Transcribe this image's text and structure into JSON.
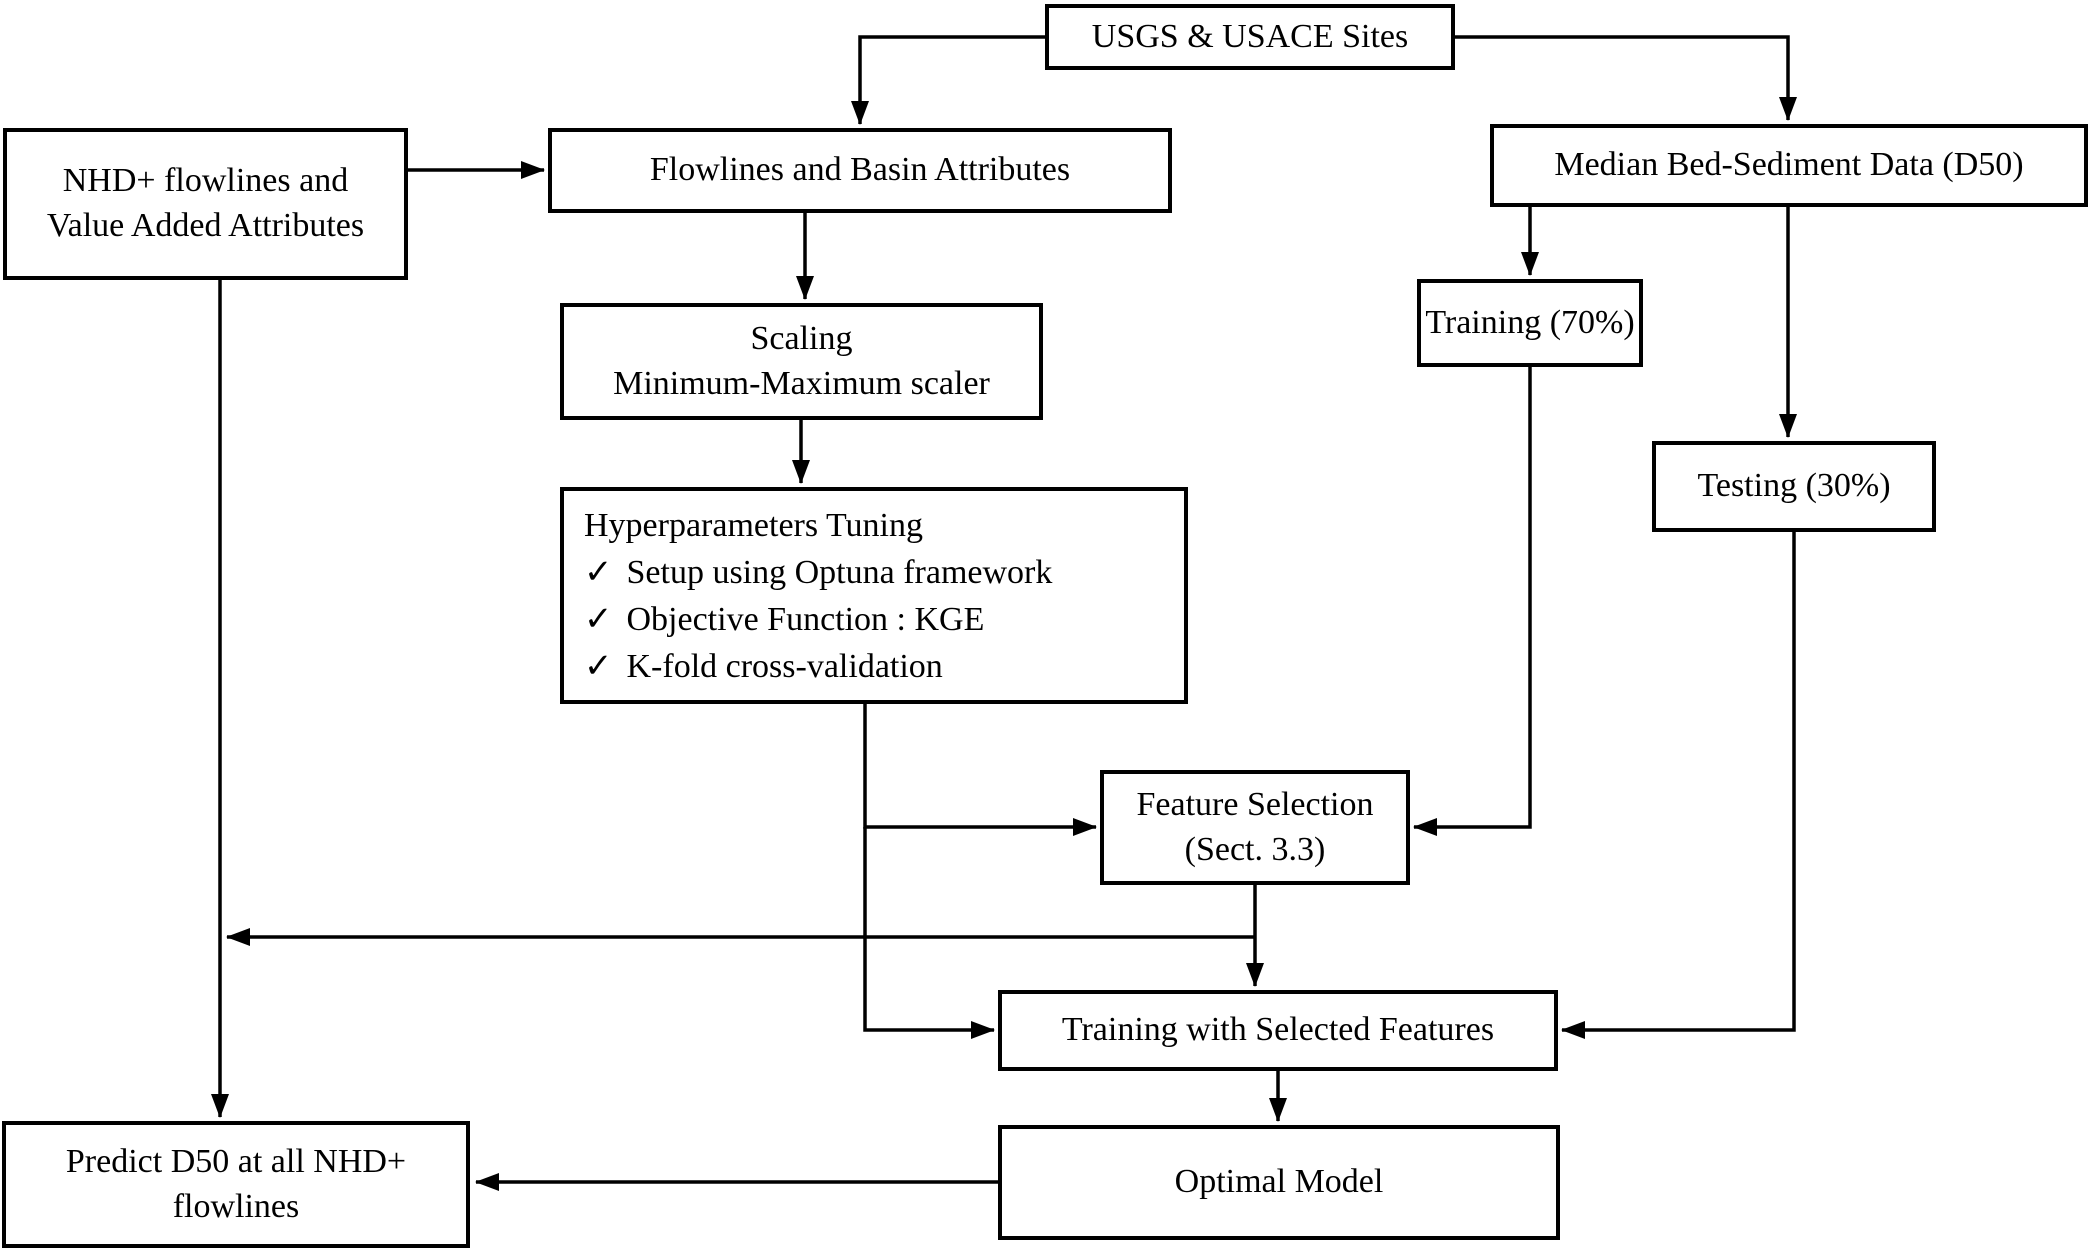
{
  "figure": {
    "background_color": "#ffffff",
    "line_color": "#000000",
    "text_color": "#000000"
  },
  "nodes": {
    "usgs_sites": {
      "label": "USGS & USACE Sites"
    },
    "nhd_flowlines": {
      "label": "NHD+ flowlines and\nValue Added Attributes"
    },
    "flowlines_basin": {
      "label": "Flowlines and Basin Attributes"
    },
    "median_bed_sediment": {
      "label": "Median Bed-Sediment Data (D50)"
    },
    "scaling": {
      "label": "Scaling\nMinimum-Maximum scaler"
    },
    "hyperparameters": {
      "title": "Hyperparameters Tuning",
      "check_glyph": "✓",
      "items": [
        "Setup using Optuna framework",
        "Objective Function : KGE",
        "K-fold cross-validation"
      ]
    },
    "training_split": {
      "label": "Training (70%)"
    },
    "testing_split": {
      "label": "Testing (30%)"
    },
    "feature_selection": {
      "label": "Feature Selection\n(Sect. 3.3)"
    },
    "training_selected": {
      "label": "Training with Selected Features"
    },
    "optimal_model": {
      "label": "Optimal Model"
    },
    "predict_d50": {
      "label": "Predict D50 at all NHD+\nflowlines"
    }
  }
}
